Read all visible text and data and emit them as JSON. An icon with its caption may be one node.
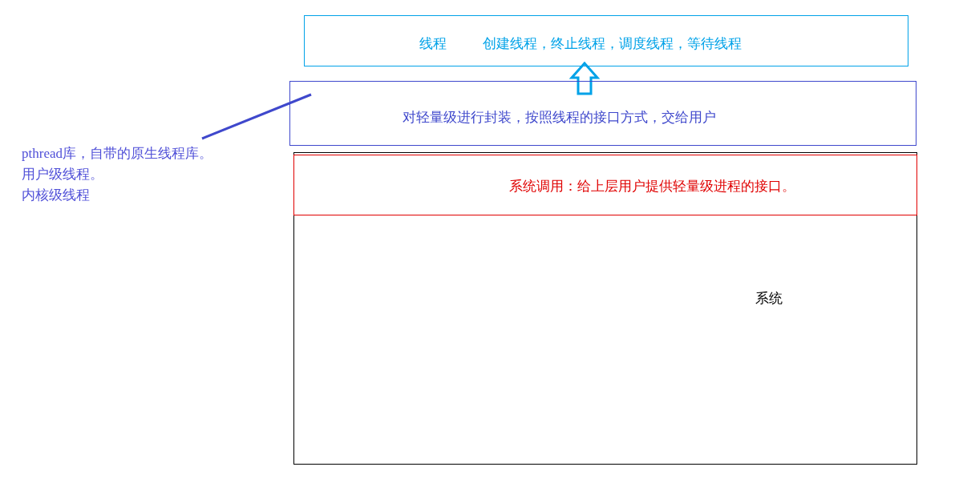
{
  "diagram": {
    "nodes": [
      {
        "text": [
          "线程",
          "创建线程，终止线程，调度线程，等待线程"
        ]
      },
      {
        "text": [
          "对轻量级进行封装，按照线程的接口方式，交给用户"
        ]
      },
      {
        "text": [
          "系统"
        ]
      },
      {
        "text": [
          "系统调用：给上层用户提供轻量级进程的接口。"
        ],
        "in": 2
      },
      {
        "text": [
          "pthread库，自带的原生线程库。",
          "用户级线程。",
          "内核级线程"
        ]
      }
    ],
    "edges": [
      {
        "from": 1,
        "to": 0,
        "arrow": "to",
        "color": "#00a2e8"
      },
      {
        "from": 4,
        "to": 1,
        "arrow": "none",
        "color": "#3f48cc"
      }
    ]
  }
}
